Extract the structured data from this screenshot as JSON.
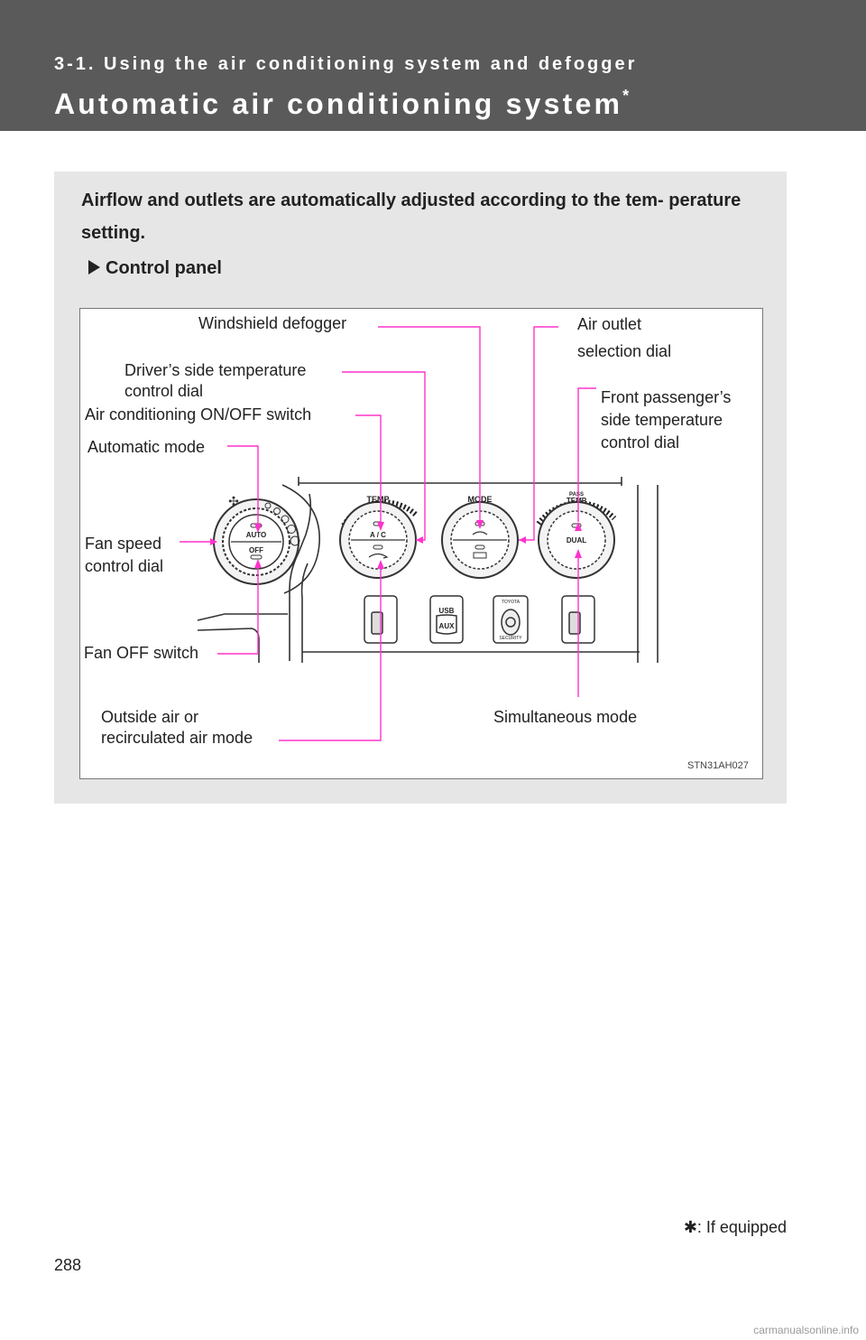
{
  "header": {
    "section_title": "3-1. Using the air conditioning system and defogger",
    "page_title": "Automatic air conditioning system",
    "title_asterisk": "*"
  },
  "intro": {
    "text": "Airflow and outlets are automatically adjusted according to the tem- perature setting.",
    "subheading": "Control panel",
    "subheading_icon": "triangle-bullet-icon"
  },
  "diagram": {
    "labels": {
      "windshield_defogger": "Windshield defogger",
      "air_outlet_line1": "Air outlet",
      "air_outlet_line2": "selection dial",
      "driver_temp_line1": "Driver’s side temperature",
      "driver_temp_line2": "control dial",
      "ac_switch": "Air conditioning ON/OFF switch",
      "front_pass_line1": "Front passenger’s",
      "front_pass_line2": "side temperature",
      "front_pass_line3": "control dial",
      "automatic_mode": "Automatic mode",
      "fan_speed_line1": "Fan speed",
      "fan_speed_line2": "control dial",
      "fan_off": "Fan OFF switch",
      "outside_air_line1": "Outside air or",
      "outside_air_line2": "recirculated air mode",
      "simultaneous_mode": "Simultaneous mode"
    },
    "panel_text": {
      "auto": "AUTO",
      "off": "OFF",
      "temp": "TEMP",
      "ac": "A / C",
      "mode": "MODE",
      "pass": "PASS",
      "temp2": "TEMP",
      "dual": "DUAL",
      "usb": "USB",
      "aux": "AUX",
      "brand": "TOYOTA",
      "security": "SECURITY"
    },
    "figure_code": "STN31AH027",
    "leader_color": "#ff33cc"
  },
  "footnote": {
    "symbol": "✱",
    "text": ": If equipped"
  },
  "page_number": "288",
  "watermark": "carmanualsonline.info"
}
